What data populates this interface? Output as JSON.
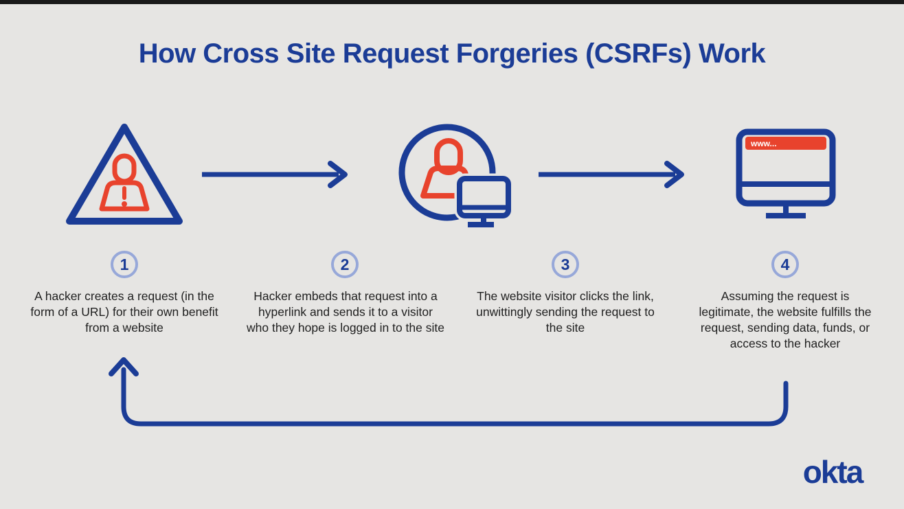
{
  "title": "How Cross Site Request Forgeries (CSRFs) Work",
  "steps": [
    {
      "number": "1",
      "icon": "hacker-warning-triangle-icon",
      "label": "A hacker creates a request (in the form of a URL) for their own benefit from a website"
    },
    {
      "number": "2",
      "icon": "visitor-with-monitor-icon",
      "label": "Hacker embeds that request into a hyperlink and sends it to a visitor who they hope is logged in to the site"
    },
    {
      "number": "3",
      "icon": null,
      "label": "The website visitor clicks the link, unwittingly sending the request to the site"
    },
    {
      "number": "4",
      "icon": "website-browser-icon",
      "label": "Assuming the request is legitimate, the website fulfills the request, sending data, funds, or access to the hacker"
    }
  ],
  "browser": {
    "address_text": "www..."
  },
  "logo": {
    "text": "okta"
  },
  "colors": {
    "navy": "#1b3c96",
    "red": "#e8432d",
    "number_ring": "#97a8d9",
    "background": "#e6e5e3",
    "body_text": "#1f1f1f",
    "top_bar": "#1a1a1a",
    "address_bar_text": "#ffffff"
  }
}
